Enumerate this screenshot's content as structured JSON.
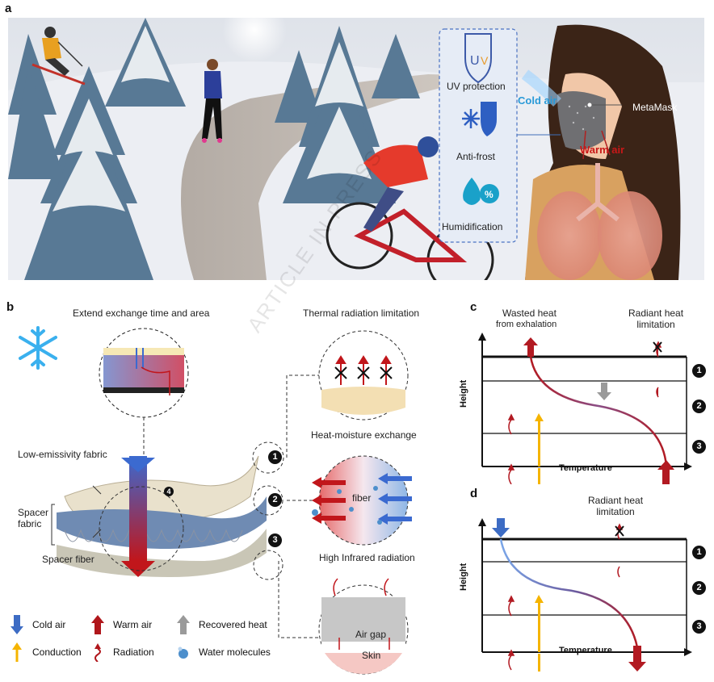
{
  "panel_labels": {
    "a": "a",
    "b": "b",
    "c": "c",
    "d": "d"
  },
  "scene": {
    "features": [
      "UV protection",
      "Anti-frost",
      "Humidification"
    ],
    "cold_air": "Cold air",
    "warm_air": "Warm air",
    "metamask": "MetaMask"
  },
  "watermark": "ARTICLE IN PRESS",
  "panel_b": {
    "extend_title": "Extend exchange time and area",
    "thermal_title": "Thermal radiation limitation",
    "heat_moisture_title": "Heat-moisture exchange",
    "fiber_label": "fiber",
    "high_ir_title": "High Infrared radiation",
    "air_gap": "Air gap",
    "skin": "Skin",
    "low_emissivity": "Low-emissivity fabric",
    "spacer_fabric": "Spacer\nfabric",
    "spacer_fiber": "Spacer fiber",
    "n1": "1",
    "n2": "2",
    "n3": "3",
    "n4": "4"
  },
  "legend": {
    "cold_air": "Cold air",
    "warm_air": "Warm air",
    "recovered_heat": "Recovered heat",
    "conduction": "Conduction",
    "radiation": "Radiation",
    "water": "Water molecules"
  },
  "panel_c": {
    "wasted_heat": "Wasted heat",
    "from_exhalation": "from exhalation",
    "radiant_heat": "Radiant heat\nlimitation",
    "ylabel": "Height",
    "xlabel": "Temperature",
    "n1": "1",
    "n2": "2",
    "n3": "3"
  },
  "panel_d": {
    "radiant_heat": "Radiant heat\nlimitation",
    "ylabel": "Height",
    "xlabel": "Temperature",
    "n1": "1",
    "n2": "2",
    "n3": "3"
  },
  "colors": {
    "cold": "#3d6cc4",
    "warm": "#b0161b",
    "recovered": "#9a9a9a",
    "conduction": "#f5b400"
  }
}
